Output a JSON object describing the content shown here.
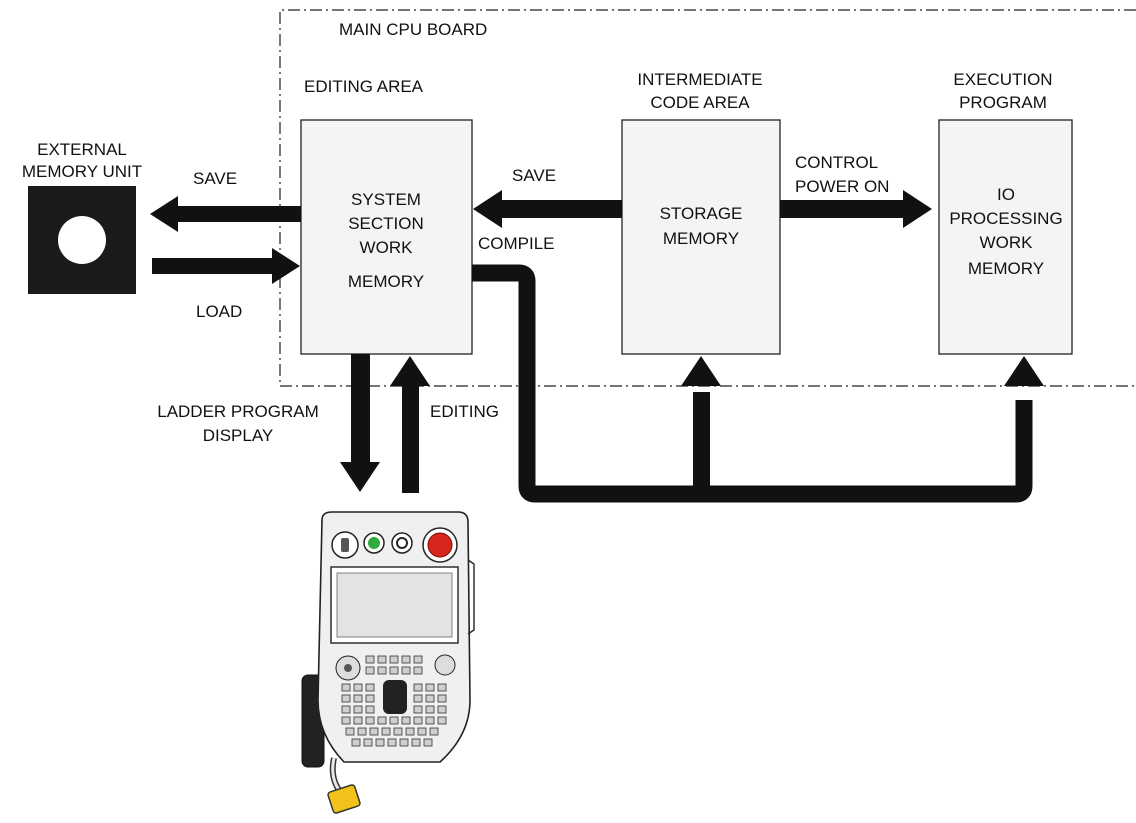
{
  "board": {
    "title": "MAIN CPU BOARD"
  },
  "areas": {
    "editing": {
      "title": "EDITING AREA",
      "body": [
        "SYSTEM",
        "SECTION",
        "WORK",
        "MEMORY"
      ]
    },
    "intermediate": {
      "title": [
        "INTERMEDIATE",
        "CODE AREA"
      ],
      "body": [
        "STORAGE",
        "MEMORY"
      ]
    },
    "execution": {
      "title": [
        "EXECUTION",
        "PROGRAM"
      ],
      "body": [
        "IO",
        "PROCESSING",
        "WORK",
        "MEMORY"
      ]
    }
  },
  "external": {
    "title": [
      "EXTERNAL",
      "MEMORY UNIT"
    ]
  },
  "labels": {
    "save_external": "SAVE",
    "load": "LOAD",
    "save_intermediate": "SAVE",
    "compile": "COMPILE",
    "control_power_on": [
      "CONTROL",
      "POWER ON"
    ],
    "ladder_display": [
      "LADDER PROGRAM",
      "DISPLAY"
    ],
    "editing": "EDITING"
  },
  "colors": {
    "arrow": "#111111",
    "box_fill": "#f4f4f4",
    "estop": "#d9261c",
    "green_button": "#2faa3c",
    "connector": "#f2c21b"
  },
  "icons": {
    "external_memory": "memory-card-icon",
    "teach_pendant": "teach-pendant-icon"
  }
}
